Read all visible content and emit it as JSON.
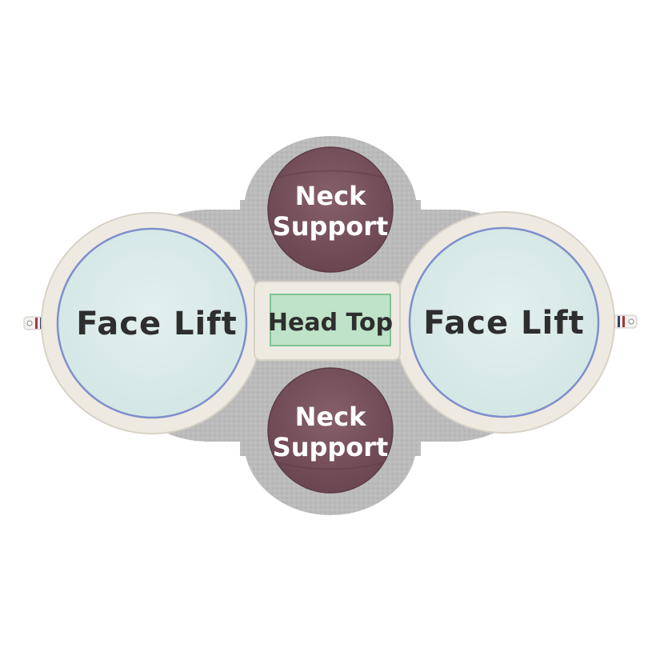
{
  "product": {
    "zones": {
      "face_lift_left": "Face Lift",
      "face_lift_right": "Face Lift",
      "head_top": "Head Top",
      "neck_support_top": {
        "line1": "Neck",
        "line2": "Support"
      },
      "neck_support_bottom": {
        "line1": "Neck",
        "line2": "Support"
      }
    }
  },
  "colors": {
    "background": "#ffffff",
    "fabric": "#b9b9b9",
    "trim": "#eeeae2",
    "face_lift_fill": "#dbeceb",
    "face_lift_ring": "#7f8fcc",
    "neck_support_fill": "#7b5560",
    "head_top_fill": "#bfe3c8",
    "head_top_border": "#7fc494",
    "strap_red": "#a9353f"
  }
}
